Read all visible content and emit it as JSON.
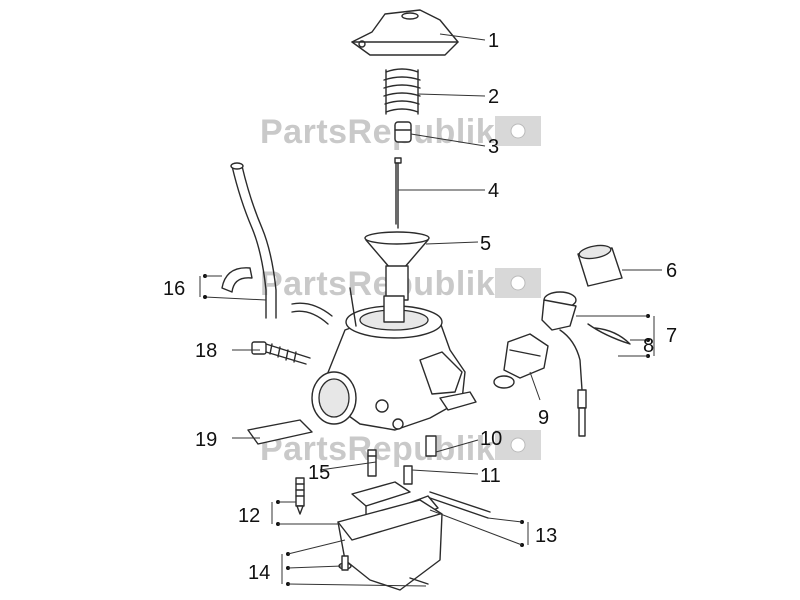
{
  "watermark": "PartsRepublik",
  "callouts": [
    {
      "id": "c1",
      "label": "1"
    },
    {
      "id": "c2",
      "label": "2"
    },
    {
      "id": "c3",
      "label": "3"
    },
    {
      "id": "c4",
      "label": "4"
    },
    {
      "id": "c5",
      "label": "5"
    },
    {
      "id": "c6",
      "label": "6"
    },
    {
      "id": "c7",
      "label": "7"
    },
    {
      "id": "c8",
      "label": "8"
    },
    {
      "id": "c9",
      "label": "9"
    },
    {
      "id": "c10",
      "label": "10"
    },
    {
      "id": "c11",
      "label": "11"
    },
    {
      "id": "c12",
      "label": "12"
    },
    {
      "id": "c13",
      "label": "13"
    },
    {
      "id": "c14",
      "label": "14"
    },
    {
      "id": "c15",
      "label": "15"
    },
    {
      "id": "c16",
      "label": "16"
    },
    {
      "id": "c18",
      "label": "18"
    },
    {
      "id": "c19",
      "label": "19"
    }
  ]
}
